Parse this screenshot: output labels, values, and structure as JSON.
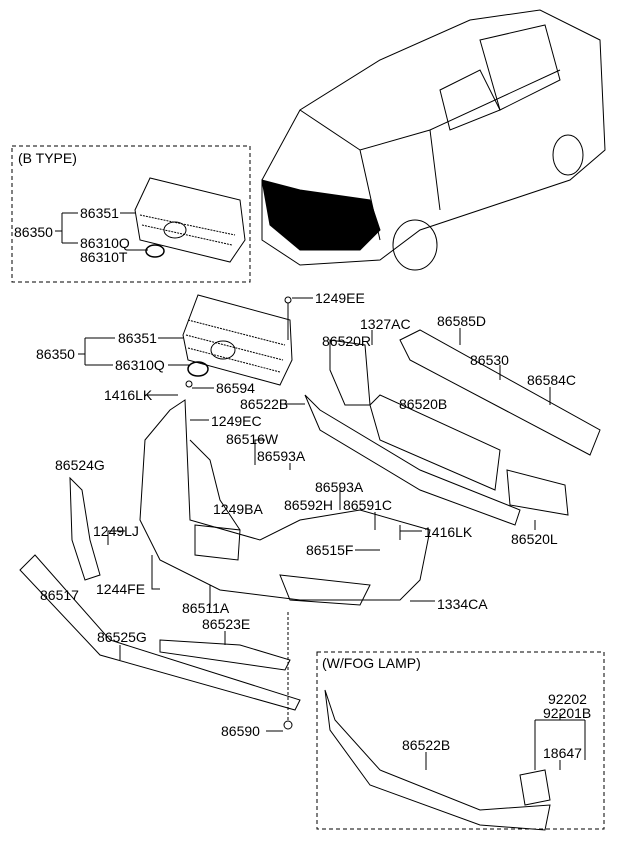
{
  "boxes": {
    "b_type": "(B TYPE)",
    "fog_lamp": "(W/FOG LAMP)"
  },
  "labels": [
    "86351",
    "86350",
    "86310Q",
    "86310T",
    "1249EE",
    "86351",
    "86350",
    "86310Q",
    "1327AC",
    "86585D",
    "86520R",
    "86530",
    "86584C",
    "86594",
    "1416LK",
    "86522B",
    "86520B",
    "1249EC",
    "86516W",
    "86593A",
    "86524G",
    "86593A",
    "1249BA",
    "86592H",
    "86591C",
    "1416LK",
    "1249LJ",
    "86515F",
    "86520L",
    "1244FE",
    "86517",
    "86511A",
    "1334CA",
    "86523E",
    "86525G",
    "92202",
    "92201B",
    "18647",
    "86522B",
    "86590"
  ],
  "colors": {
    "line": "#000000",
    "background": "#ffffff"
  }
}
